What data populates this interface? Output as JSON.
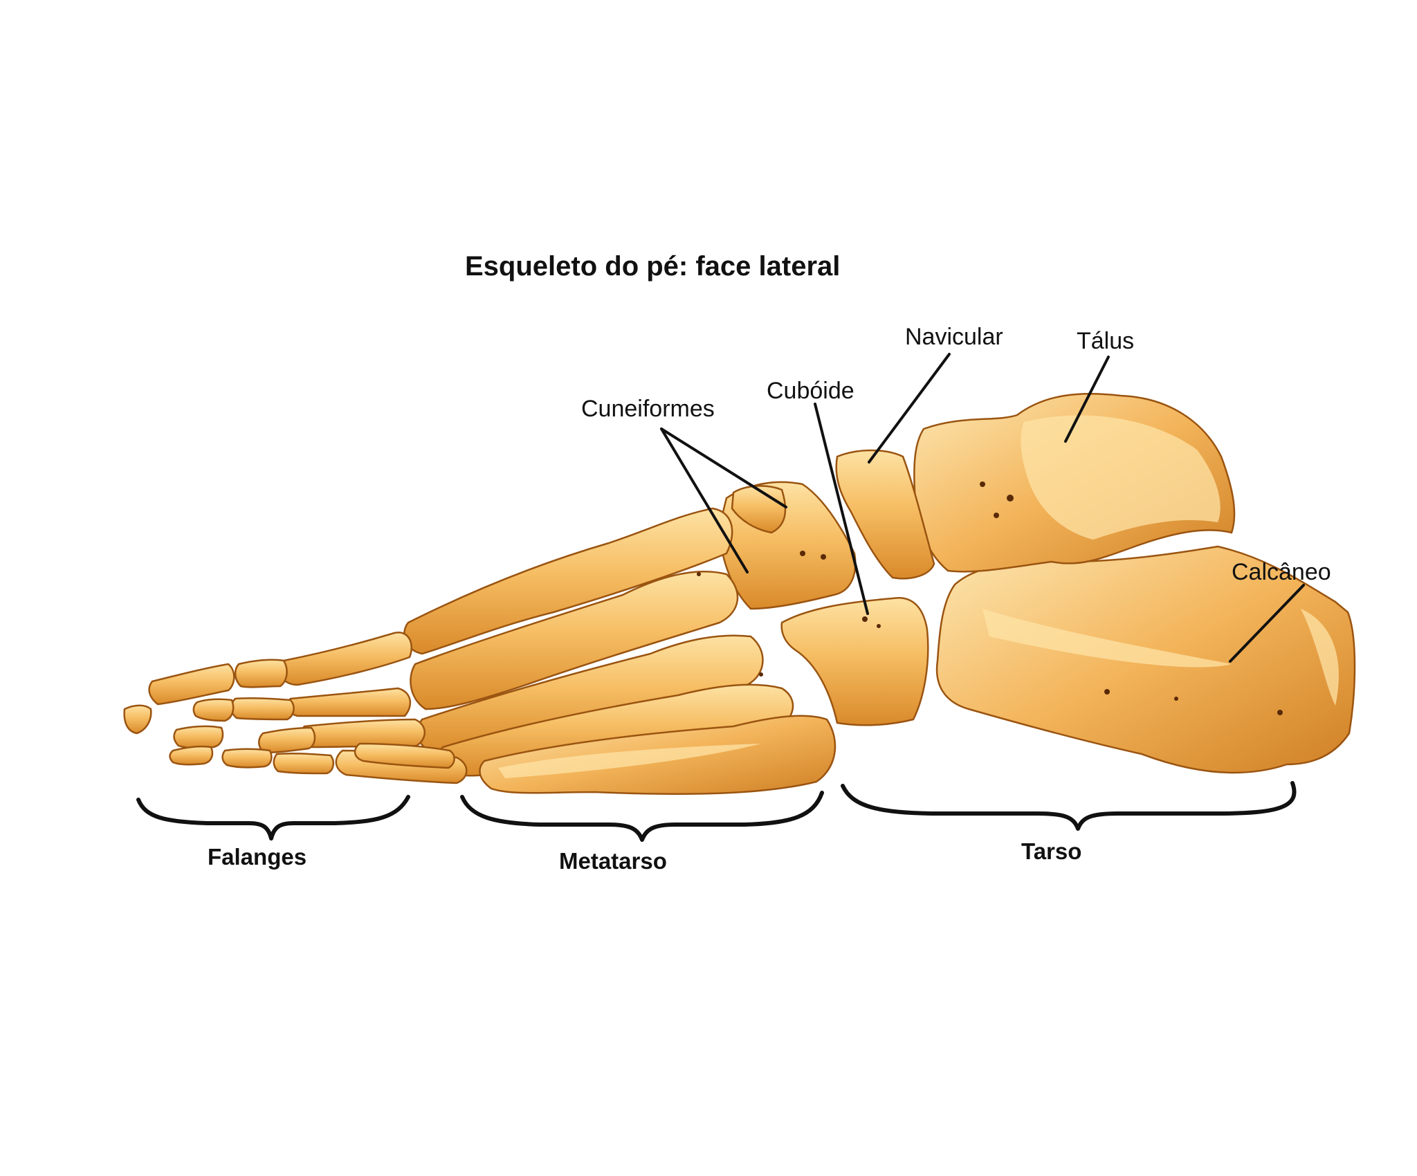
{
  "title": "Esqueleto do pé: face lateral",
  "labels": {
    "navicular": "Navicular",
    "talus": "Tálus",
    "cuboid": "Cubóide",
    "cuneiforms": "Cuneiformes",
    "calcaneus": "Calcâneo"
  },
  "groups": {
    "phalanges": "Falanges",
    "metatarsus": "Metatarso",
    "tarsus": "Tarso"
  },
  "colors": {
    "bone_light": "#fbd28a",
    "bone_dark": "#d98a2a",
    "ink": "#111111"
  }
}
